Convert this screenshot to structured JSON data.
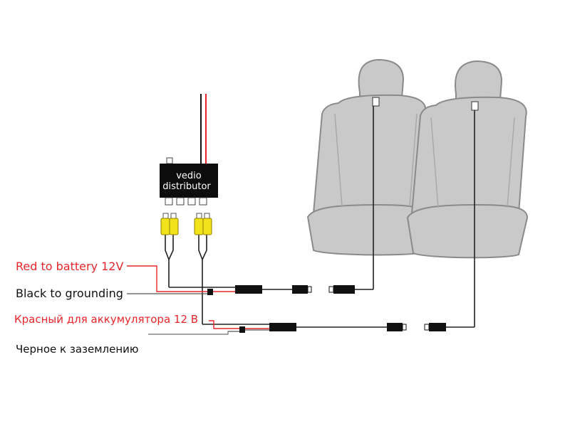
{
  "distributor": {
    "line1": "vedio",
    "line2": "distributor"
  },
  "labels": {
    "red_en": "Red to battery 12V",
    "black_en": "Black to grounding",
    "red_ru": "Красный для аккумулятора 12 В",
    "black_ru": "Черное к заземлению"
  },
  "colors": {
    "red_wire": "#e8262b",
    "black_wire": "#111111",
    "rca_yellow": "#f2e21b",
    "seat_fill": "#c9c9c9",
    "seat_stroke": "#8a8a8a"
  }
}
